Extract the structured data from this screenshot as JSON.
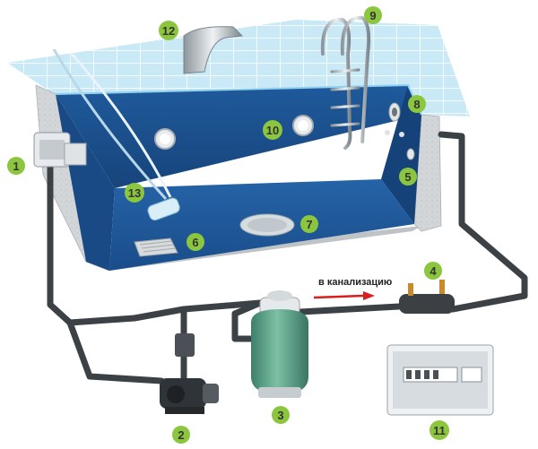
{
  "drain_label": "в канализацию",
  "colors": {
    "water": "#1b4f8c",
    "water_light": "#2d67a8",
    "tile": "#bfe3f2",
    "pipe": "#3c4145",
    "badge": "#8cc63f",
    "filter": "#5f9e87",
    "arrow": "#d81e1e"
  },
  "badges": [
    {
      "label": "1"
    },
    {
      "label": "2"
    },
    {
      "label": "3"
    },
    {
      "label": "4"
    },
    {
      "label": "5"
    },
    {
      "label": "6"
    },
    {
      "label": "7"
    },
    {
      "label": "8"
    },
    {
      "label": "9"
    },
    {
      "label": "10"
    },
    {
      "label": "11"
    },
    {
      "label": "12"
    },
    {
      "label": "13"
    }
  ]
}
